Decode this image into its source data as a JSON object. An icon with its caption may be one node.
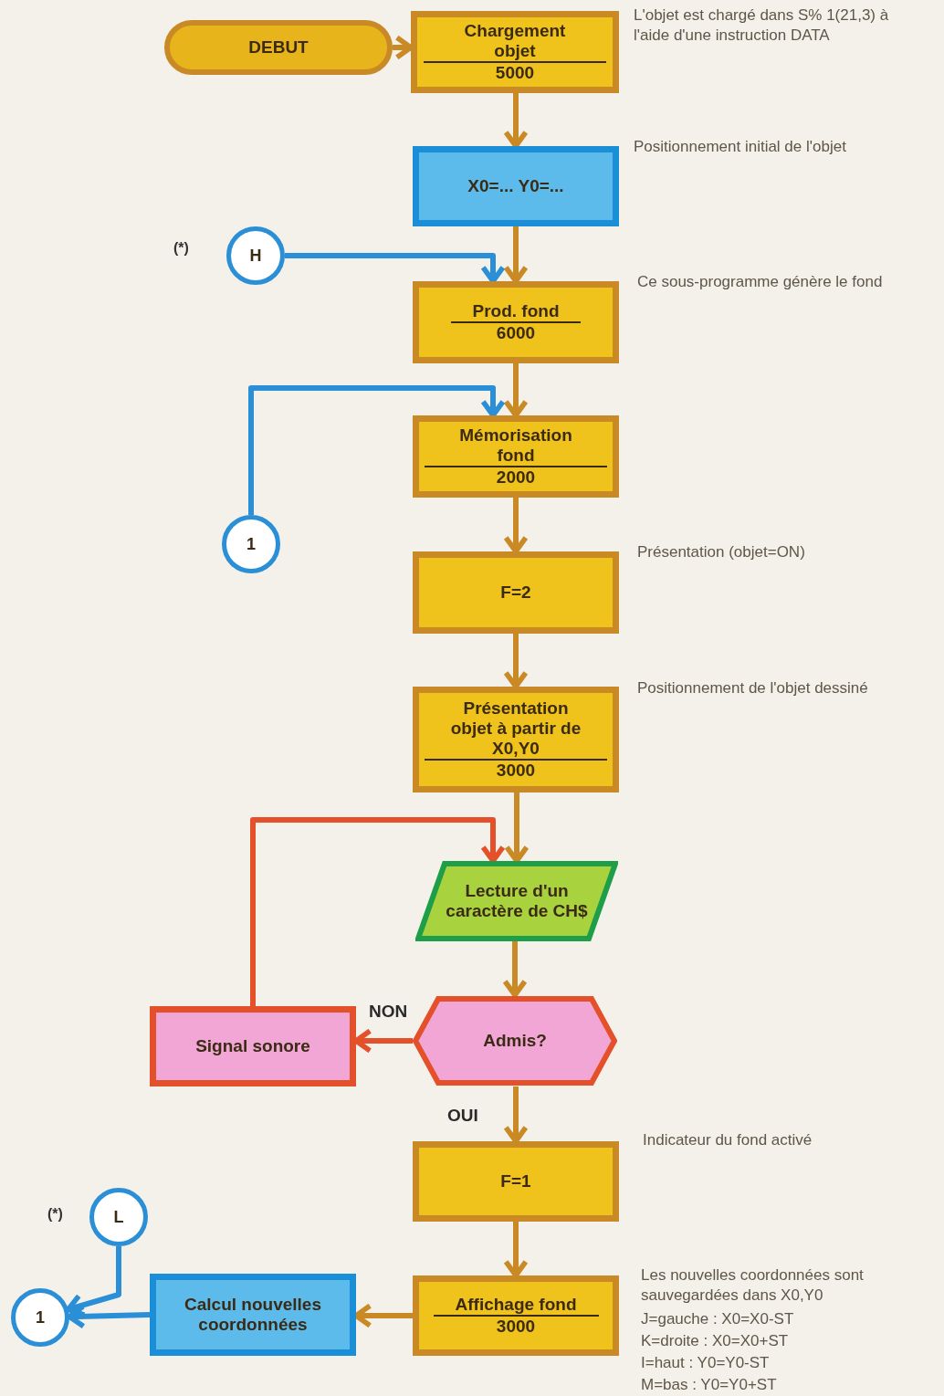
{
  "diagram": {
    "nodes": [
      {
        "text": [
          "DEBUT"
        ]
      },
      {
        "text": [
          "Chargement objet",
          "5000"
        ],
        "beside": [
          "L'objet est chargé dans S% 1(21,3) à l'aide d'une instruction DATA"
        ]
      },
      {
        "text": [
          "X0=... Y0=..."
        ],
        "beside": [
          "Positionnement initial de l'objet"
        ]
      },
      {
        "text": [
          "H"
        ],
        "beside": [
          "(*)"
        ]
      },
      {
        "text": [
          "Prod. fond",
          "6000"
        ],
        "beside": [
          "Ce sous-programme génère le fond"
        ]
      },
      {
        "text": [
          "Mémorisation fond",
          "2000"
        ]
      },
      {
        "text": [
          "1"
        ]
      },
      {
        "text": [
          "F=2"
        ],
        "beside": [
          "Présentation (objet=ON)"
        ]
      },
      {
        "text": [
          "Présentation objet à partir de X0,Y0",
          "3000"
        ],
        "beside": [
          "Positionnement de l'objet dessiné"
        ]
      },
      {
        "text": [
          "Lecture d'un caractère de CH$"
        ]
      },
      {
        "text": [
          "Admis?"
        ]
      },
      {
        "text": [
          "Signal sonore"
        ]
      },
      {
        "text": [
          "F=1"
        ],
        "beside": [
          "Indicateur du fond activé"
        ]
      },
      {
        "text": [
          "Affichage fond",
          "3000"
        ],
        "beside": [
          "Les nouvelles coordonnées sont sauvegardées dans X0,Y0",
          "J=gauche : X0=X0-ST",
          "K=droite : X0=X0+ST",
          "I=haut : Y0=Y0-ST",
          "M=bas : Y0=Y0+ST"
        ]
      },
      {
        "text": [
          "Calcul nouvelles coordonnées"
        ]
      },
      {
        "text": [
          "L"
        ],
        "beside": [
          "(*)"
        ]
      },
      {
        "text": [
          "1"
        ]
      }
    ],
    "edges": [
      {
        "from": 0,
        "to": 1,
        "arrow": "to"
      },
      {
        "from": 1,
        "to": 2,
        "arrow": "to"
      },
      {
        "from": 2,
        "to": 4,
        "arrow": "to"
      },
      {
        "from": 3,
        "to": 4,
        "arrow": "to",
        "color": "#2a8fd6"
      },
      {
        "from": 4,
        "to": 5,
        "arrow": "to"
      },
      {
        "from": 6,
        "to": 5,
        "arrow": "to",
        "color": "#2a8fd6"
      },
      {
        "from": 5,
        "to": 7,
        "arrow": "to"
      },
      {
        "from": 7,
        "to": 8,
        "arrow": "to"
      },
      {
        "from": 8,
        "to": 9,
        "arrow": "to"
      },
      {
        "from": 11,
        "to": 9,
        "arrow": "to",
        "color": "#e4502a"
      },
      {
        "from": 9,
        "to": 10,
        "arrow": "to"
      },
      {
        "from": 10,
        "to": 11,
        "label": "NON",
        "arrow": "to",
        "color": "#e4502a"
      },
      {
        "from": 10,
        "to": 12,
        "label": "OUI",
        "arrow": "to"
      },
      {
        "from": 12,
        "to": 13,
        "arrow": "to"
      },
      {
        "from": 13,
        "to": 14,
        "arrow": "to"
      },
      {
        "from": 14,
        "to": 16,
        "arrow": "to",
        "color": "#2a8fd6"
      },
      {
        "from": 15,
        "to": 16,
        "arrow": "to",
        "color": "#2a8fd6"
      }
    ]
  }
}
